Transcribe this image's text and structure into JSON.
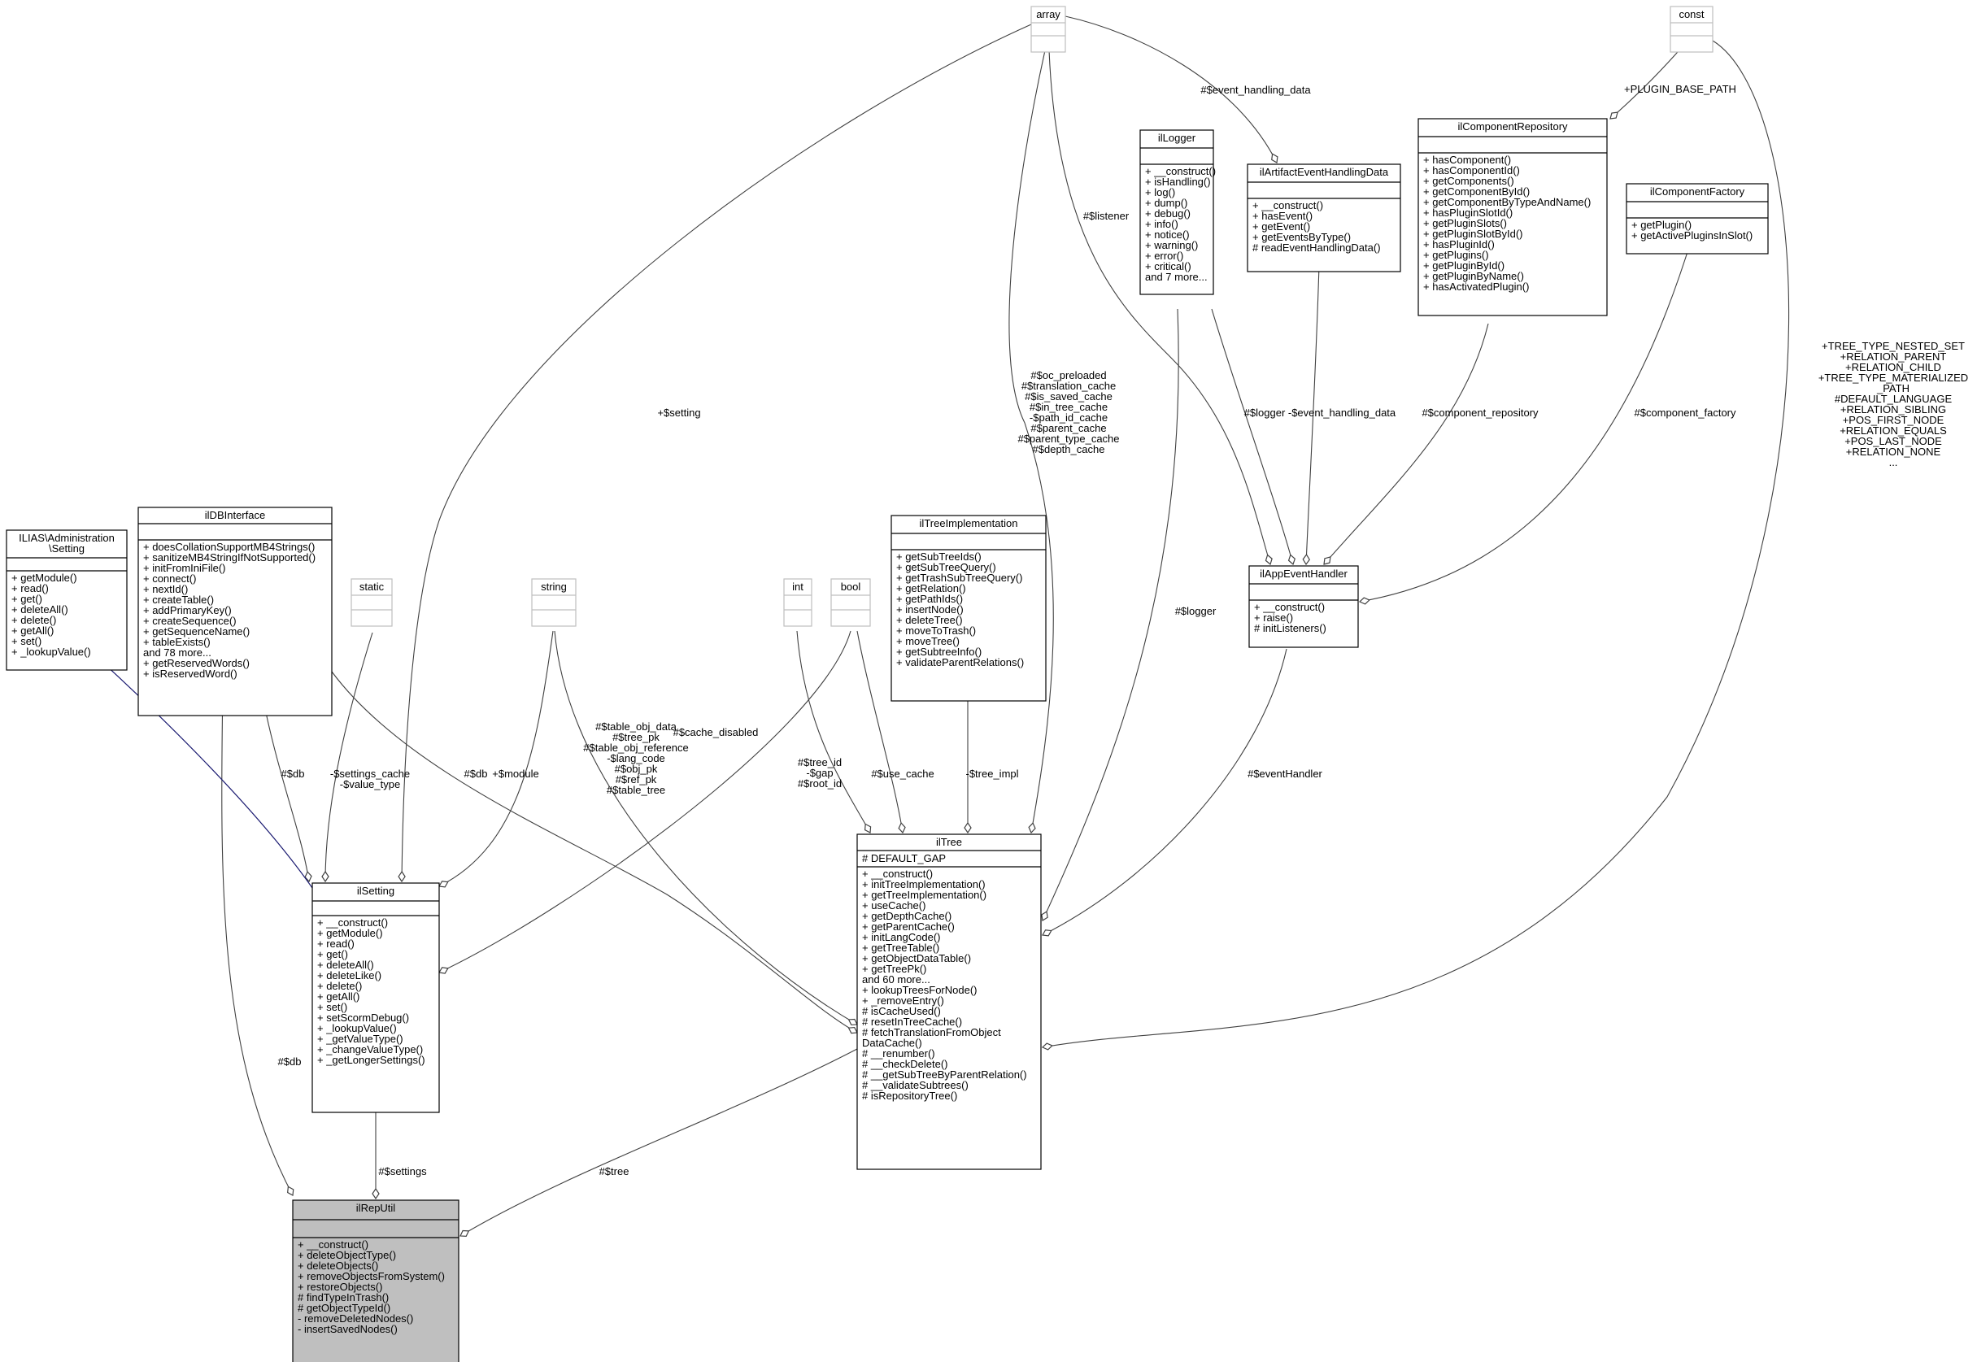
{
  "classes": {
    "array": {
      "name": "array",
      "members": [],
      "methods": []
    },
    "const": {
      "name": "const",
      "members": [],
      "methods": []
    },
    "static": {
      "name": "static",
      "members": [],
      "methods": []
    },
    "string": {
      "name": "string",
      "members": [],
      "methods": []
    },
    "int": {
      "name": "int",
      "members": [],
      "methods": []
    },
    "bool": {
      "name": "bool",
      "members": [],
      "methods": []
    },
    "ilLogger": {
      "name": "ilLogger",
      "members": [],
      "methods": [
        "+ __construct()",
        "+ isHandling()",
        "+ log()",
        "+ dump()",
        "+ debug()",
        "+ info()",
        "+ notice()",
        "+ warning()",
        "+ error()",
        "+ critical()",
        "and 7 more..."
      ]
    },
    "ilArtifactEventHandlingData": {
      "name": "ilArtifactEventHandlingData",
      "members": [],
      "methods": [
        "+ __construct()",
        "+ hasEvent()",
        "+ getEvent()",
        "+ getEventsByType()",
        "# readEventHandlingData()"
      ]
    },
    "ilComponentRepository": {
      "name": "ilComponentRepository",
      "members": [],
      "methods": [
        "+ hasComponent()",
        "+ hasComponentId()",
        "+ getComponents()",
        "+ getComponentById()",
        "+ getComponentByTypeAndName()",
        "+ hasPluginSlotId()",
        "+ getPluginSlots()",
        "+ getPluginSlotById()",
        "+ hasPluginId()",
        "+ getPlugins()",
        "+ getPluginById()",
        "+ getPluginByName()",
        "+ hasActivatedPlugin()"
      ]
    },
    "ilComponentFactory": {
      "name": "ilComponentFactory",
      "members": [],
      "methods": [
        "+ getPlugin()",
        "+ getActivePluginsInSlot()"
      ]
    },
    "ILIASSetting": {
      "name": "ILIAS\\Administration\n\\Setting",
      "members": [],
      "methods": [
        "+ getModule()",
        "+ read()",
        "+ get()",
        "+ deleteAll()",
        "+ delete()",
        "+ getAll()",
        "+ set()",
        "+ _lookupValue()"
      ]
    },
    "ilDBInterface": {
      "name": "ilDBInterface",
      "members": [],
      "methods": [
        "+ doesCollationSupportMB4Strings()",
        "+ sanitizeMB4StringIfNotSupported()",
        "+ initFromIniFile()",
        "+ connect()",
        "+ nextId()",
        "+ createTable()",
        "+ addPrimaryKey()",
        "+ createSequence()",
        "+ getSequenceName()",
        "+ tableExists()",
        "and 78 more...",
        "+ getReservedWords()",
        "+ isReservedWord()"
      ]
    },
    "ilTreeImplementation": {
      "name": "ilTreeImplementation",
      "members": [],
      "methods": [
        "+ getSubTreeIds()",
        "+ getSubTreeQuery()",
        "+ getTrashSubTreeQuery()",
        "+ getRelation()",
        "+ getPathIds()",
        "+ insertNode()",
        "+ deleteTree()",
        "+ moveToTrash()",
        "+ moveTree()",
        "+ getSubtreeInfo()",
        "+ validateParentRelations()"
      ]
    },
    "ilAppEventHandler": {
      "name": "ilAppEventHandler",
      "members": [],
      "methods": [
        "+ __construct()",
        "+ raise()",
        "# initListeners()"
      ]
    },
    "ilTree": {
      "name": "ilTree",
      "members": [
        "# DEFAULT_GAP"
      ],
      "methods": [
        "+ __construct()",
        "+ initTreeImplementation()",
        "+ getTreeImplementation()",
        "+ useCache()",
        "+ getDepthCache()",
        "+ getParentCache()",
        "+ initLangCode()",
        "+ getTreeTable()",
        "+ getObjectDataTable()",
        "+ getTreePk()",
        "and 60 more...",
        "+ lookupTreesForNode()",
        "+ _removeEntry()",
        "# isCacheUsed()",
        "# resetInTreeCache()",
        "# fetchTranslationFromObject",
        "DataCache()",
        "# __renumber()",
        "# __checkDelete()",
        "# __getSubTreeByParentRelation()",
        "# __validateSubtrees()",
        "# isRepositoryTree()"
      ]
    },
    "ilSetting": {
      "name": "ilSetting",
      "members": [],
      "methods": [
        "+ __construct()",
        "+ getModule()",
        "+ read()",
        "+ get()",
        "+ deleteAll()",
        "+ deleteLike()",
        "+ delete()",
        "+ getAll()",
        "+ set()",
        "+ setScormDebug()",
        "+ _lookupValue()",
        "+ _getValueType()",
        "+ _changeValueType()",
        "+ _getLongerSettings()"
      ]
    },
    "ilRepUtil": {
      "name": "ilRepUtil",
      "members": [],
      "methods": [
        "+ __construct()",
        "+ deleteObjectType()",
        "+ deleteObjects()",
        "+ removeObjectsFromSystem()",
        "+ restoreObjects()",
        "# findTypeInTrash()",
        "# getObjectTypeId()",
        "- removeDeletedNodes()",
        "- insertSavedNodes()"
      ]
    }
  },
  "edges": [
    {
      "id": "arr-setting",
      "label": "+$setting"
    },
    {
      "id": "arr-ilTree",
      "label": "#$oc_preloaded\n#$translation_cache\n#$is_saved_cache\n#$in_tree_cache\n-$path_id_cache\n#$parent_cache\n#$parent_type_cache\n#$depth_cache"
    },
    {
      "id": "arr-listener",
      "label": "#$listener"
    },
    {
      "id": "arr-event",
      "label": "#$event_handling_data"
    },
    {
      "id": "const-plugin",
      "label": "+PLUGIN_BASE_PATH"
    },
    {
      "id": "const-tree",
      "label": "+TREE_TYPE_NESTED_SET\n+RELATION_PARENT\n+RELATION_CHILD\n+TREE_TYPE_MATERIALIZED\n_PATH\n#DEFAULT_LANGUAGE\n+RELATION_SIBLING\n+POS_FIRST_NODE\n+RELATION_EQUALS\n+POS_LAST_NODE\n+RELATION_NONE\n..."
    },
    {
      "id": "logger-app",
      "label": "#$logger"
    },
    {
      "id": "logger-tree",
      "label": "#$logger"
    },
    {
      "id": "evdata-app",
      "label": "-$event_handling_data"
    },
    {
      "id": "comprepo-app",
      "label": "#$component_repository"
    },
    {
      "id": "compfact-app",
      "label": "#$component_factory"
    },
    {
      "id": "app-tree",
      "label": "#$eventHandler"
    },
    {
      "id": "treeimpl-tree",
      "label": "-$tree_impl"
    },
    {
      "id": "bool-tree",
      "label": "#$use_cache"
    },
    {
      "id": "int-tree",
      "label": "#$tree_id\n-$gap\n#$root_id"
    },
    {
      "id": "bool-setting",
      "label": "#$cache_disabled"
    },
    {
      "id": "string-tree",
      "label": "#$table_obj_data\n#$tree_pk\n#$table_obj_reference\n-$lang_code\n#$obj_pk\n#$ref_pk\n#$table_tree"
    },
    {
      "id": "string-setting",
      "label": "+$module"
    },
    {
      "id": "db-tree",
      "label": "#$db"
    },
    {
      "id": "static-setting",
      "label": "-$settings_cache\n-$value_type"
    },
    {
      "id": "db-setting",
      "label": "#$db"
    },
    {
      "id": "db-reputil",
      "label": "#$db"
    },
    {
      "id": "setting-reputil",
      "label": "#$settings"
    },
    {
      "id": "tree-reputil",
      "label": "#$tree"
    }
  ],
  "colors": {
    "highlight": "#bfbfbf",
    "inherit": "#191970",
    "stroke": "#000000",
    "faded": "#bfbfbf",
    "edge": "#404040"
  }
}
